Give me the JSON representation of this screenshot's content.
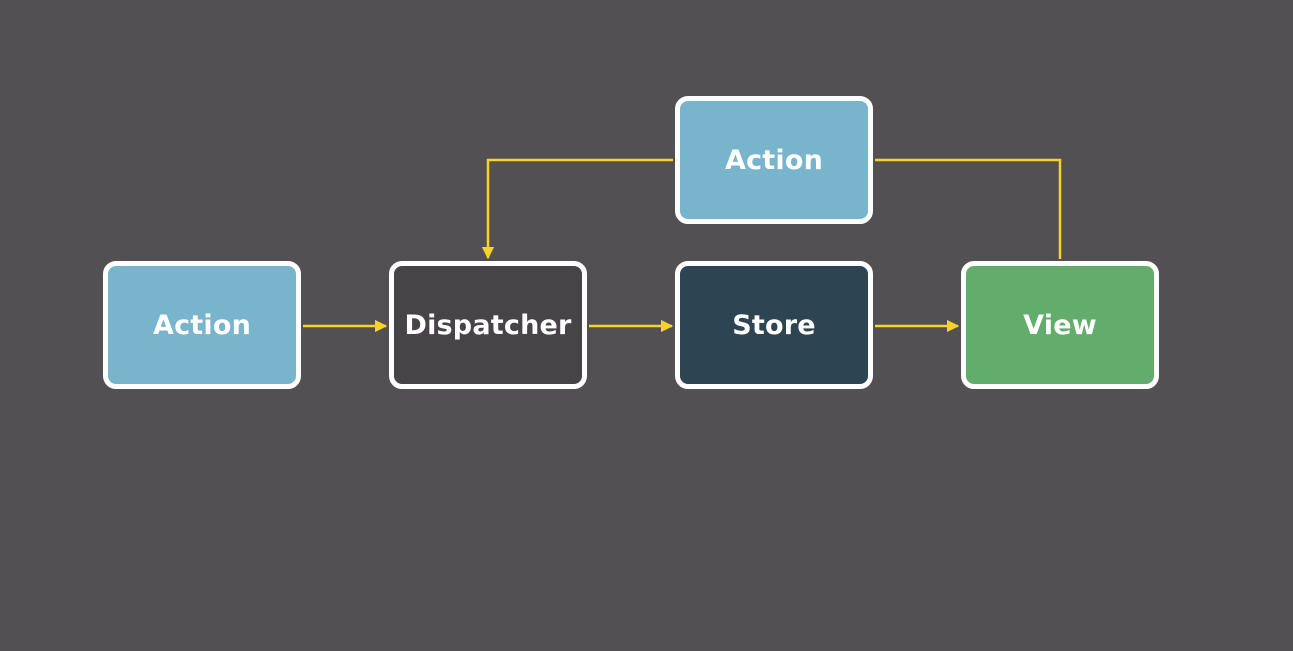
{
  "colors": {
    "background": "#525052",
    "arrow": "#f5d327",
    "node_border": "#ffffff",
    "node_text": "#ffffff"
  },
  "nodes": {
    "action_top": {
      "label": "Action",
      "fill": "#78b4cc"
    },
    "action_left": {
      "label": "Action",
      "fill": "#78b4cc"
    },
    "dispatcher": {
      "label": "Dispatcher",
      "fill": "#474447"
    },
    "store": {
      "label": "Store",
      "fill": "#2d4453"
    },
    "view": {
      "label": "View",
      "fill": "#63ad6c"
    }
  },
  "edges": [
    {
      "from": "action_left",
      "to": "dispatcher"
    },
    {
      "from": "dispatcher",
      "to": "store"
    },
    {
      "from": "store",
      "to": "view"
    },
    {
      "from": "view",
      "to": "action_top"
    },
    {
      "from": "action_top",
      "to": "dispatcher"
    }
  ]
}
